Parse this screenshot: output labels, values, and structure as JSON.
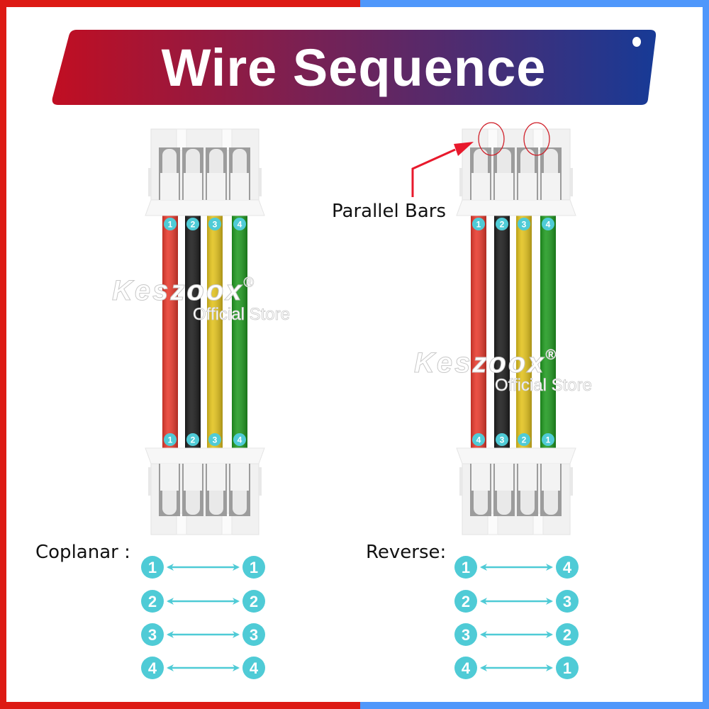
{
  "banner": {
    "title": "Wire Sequence",
    "gradient_start": "#c10e22",
    "gradient_end": "#173a96"
  },
  "frame": {
    "left_color": "#dd1a14",
    "right_color": "#4f97fb"
  },
  "watermark": {
    "brand": "Keszoox",
    "registered": "®",
    "subtitle": "Official Store"
  },
  "annotation": {
    "label": "Parallel Bars",
    "arrow_color": "#e8192c"
  },
  "wire_colors": [
    "#e8392c",
    "#1c1c1c",
    "#e2c21c",
    "#1f9a1f"
  ],
  "badge_color": "#4fcbd6",
  "left_cable": {
    "top_numbers": [
      "1",
      "2",
      "3",
      "4"
    ],
    "bottom_numbers": [
      "1",
      "2",
      "3",
      "4"
    ]
  },
  "right_cable": {
    "top_numbers": [
      "1",
      "2",
      "3",
      "4"
    ],
    "bottom_numbers": [
      "4",
      "3",
      "2",
      "1"
    ]
  },
  "coplanar": {
    "label": "Coplanar :",
    "mapping": [
      [
        "1",
        "1"
      ],
      [
        "2",
        "2"
      ],
      [
        "3",
        "3"
      ],
      [
        "4",
        "4"
      ]
    ]
  },
  "reverse": {
    "label": "Reverse:",
    "mapping": [
      [
        "1",
        "4"
      ],
      [
        "2",
        "3"
      ],
      [
        "3",
        "2"
      ],
      [
        "4",
        "1"
      ]
    ]
  }
}
